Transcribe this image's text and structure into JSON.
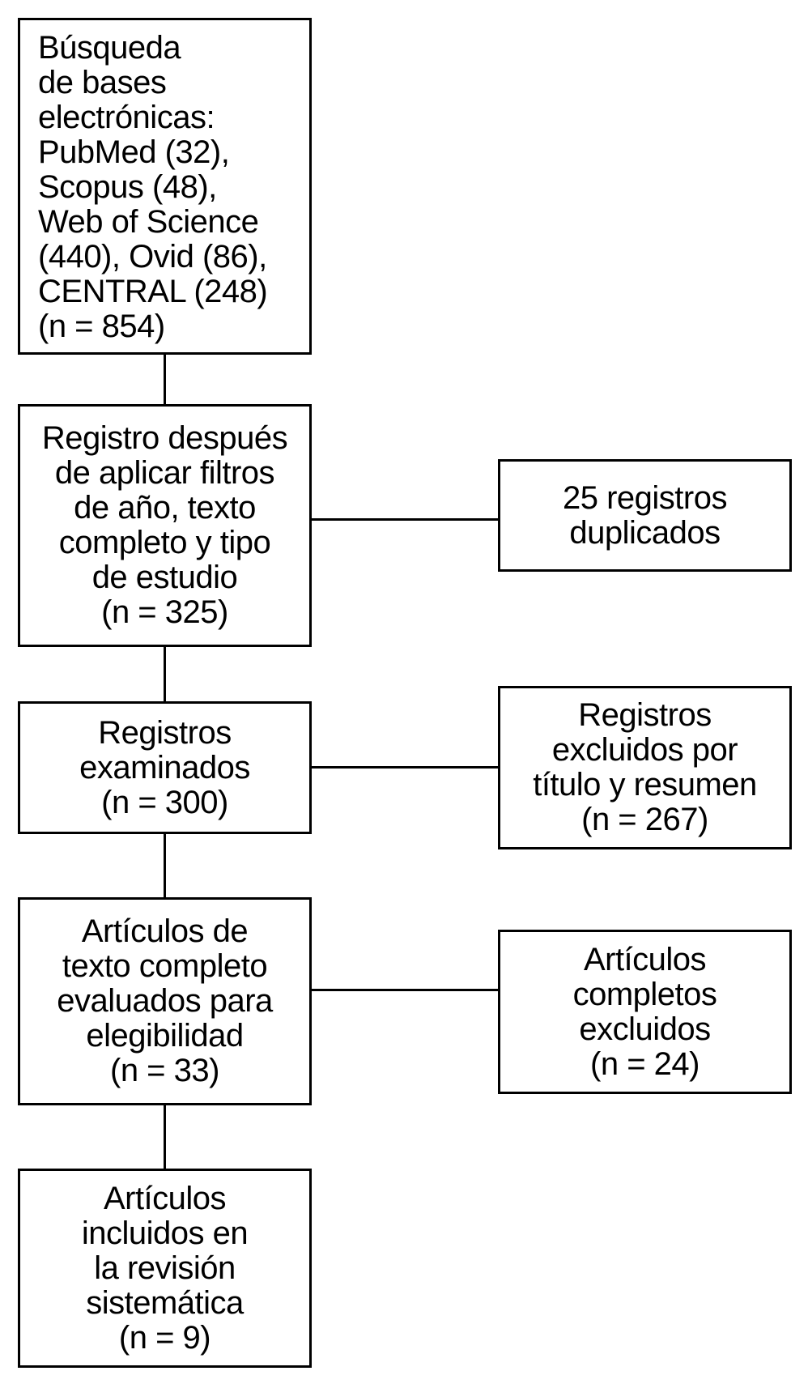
{
  "boxes": {
    "search": {
      "text": "Búsqueda\nde bases\nelectrónicas:\nPubMed (32),\nScopus (48),\nWeb of Science\n(440), Ovid (86),\nCENTRAL (248)\n(n = 854)"
    },
    "filtered": {
      "text": "Registro después\nde aplicar filtros\nde año, texto\ncompleto y tipo\nde estudio\n(n = 325)"
    },
    "screened": {
      "text": "Registros\nexaminados\n(n = 300)"
    },
    "fulltext": {
      "text": "Artículos de\ntexto completo\nevaluados para\nelegibilidad\n(n = 33)"
    },
    "included": {
      "text": "Artículos\nincluidos en\nla revisión\nsistemática\n(n = 9)"
    },
    "duplicates": {
      "text": "25 registros\nduplicados"
    },
    "excluded_title_abstract": {
      "text": "Registros\nexcluidos por\ntítulo y resumen\n(n = 267)"
    },
    "excluded_fulltext": {
      "text": "Artículos\ncompletos\nexcluidos\n(n = 24)"
    }
  },
  "colors": {
    "line": "#000000",
    "text": "#000000",
    "background": "#ffffff"
  }
}
